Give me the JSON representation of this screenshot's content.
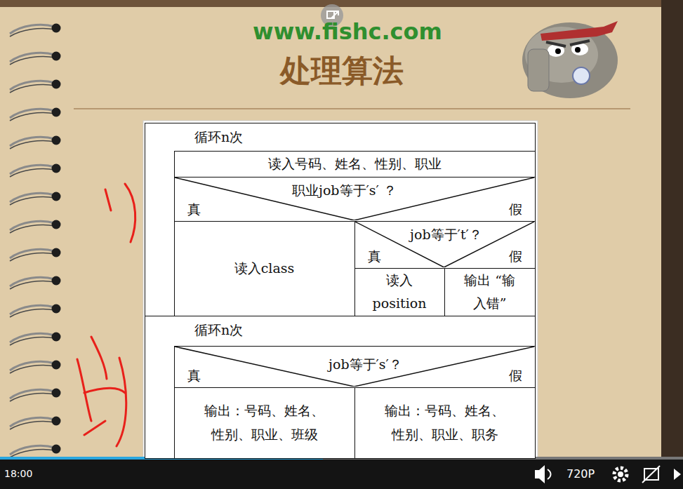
{
  "diagram": {
    "title": "处理算法",
    "nodes": [
      {
        "text": [
          "循环n次"
        ]
      },
      {
        "text": [
          "读入号码、姓名、性别、职业"
        ],
        "in": 0
      },
      {
        "text": [
          "职业job等于′s′ ？",
          "真",
          "假"
        ],
        "in": 0
      },
      {
        "text": [
          "读入class"
        ],
        "in": 0
      },
      {
        "text": [
          "job等于′t′？",
          "真",
          "假"
        ],
        "in": 0
      },
      {
        "text": [
          "读入 position"
        ],
        "in": 0
      },
      {
        "text": [
          "输出 “输入错”"
        ],
        "in": 0
      },
      {
        "text": [
          "循环n次"
        ]
      },
      {
        "text": [
          "job等于′s′？",
          "真",
          "假"
        ],
        "in": 7
      },
      {
        "text": [
          "输出：号码、姓名、性别、职业、班级"
        ],
        "in": 7
      },
      {
        "text": [
          "输出：号码、姓名、性别、职业、职务"
        ],
        "in": 7
      }
    ],
    "labels": [
      "www.fishc.com",
      "18:00",
      "720P"
    ]
  }
}
